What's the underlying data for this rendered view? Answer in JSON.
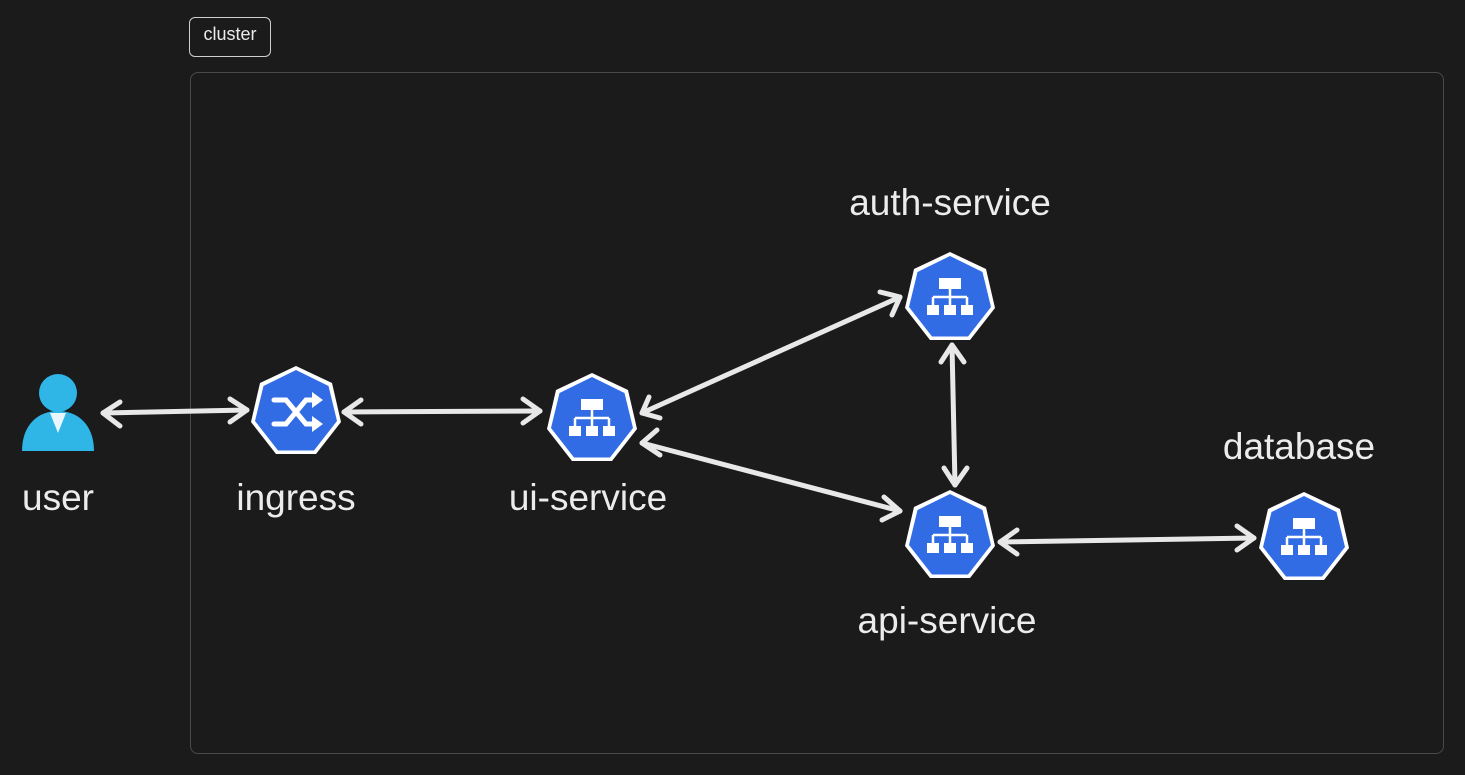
{
  "cluster": {
    "label": "cluster"
  },
  "nodes": {
    "user": {
      "label": "user",
      "icon": "user-icon",
      "color": "#2fb6e6"
    },
    "ingress": {
      "label": "ingress",
      "icon": "ingress-icon",
      "color": "#326ce5"
    },
    "ui_service": {
      "label": "ui-service",
      "icon": "service-icon",
      "color": "#326ce5"
    },
    "auth_service": {
      "label": "auth-service",
      "icon": "service-icon",
      "color": "#326ce5"
    },
    "api_service": {
      "label": "api-service",
      "icon": "service-icon",
      "color": "#326ce5"
    },
    "database": {
      "label": "database",
      "icon": "service-icon",
      "color": "#326ce5"
    }
  },
  "edges": [
    {
      "from": "user",
      "to": "ingress",
      "direction": "both"
    },
    {
      "from": "ingress",
      "to": "ui-service",
      "direction": "both"
    },
    {
      "from": "ui-service",
      "to": "auth-service",
      "direction": "both"
    },
    {
      "from": "ui-service",
      "to": "api-service",
      "direction": "both"
    },
    {
      "from": "auth-service",
      "to": "api-service",
      "direction": "both"
    },
    {
      "from": "api-service",
      "to": "database",
      "direction": "both"
    }
  ],
  "colors": {
    "background": "#1b1b1b",
    "edge": "#e8e8e8",
    "text": "#ececec",
    "k8s_blue": "#326ce5"
  }
}
